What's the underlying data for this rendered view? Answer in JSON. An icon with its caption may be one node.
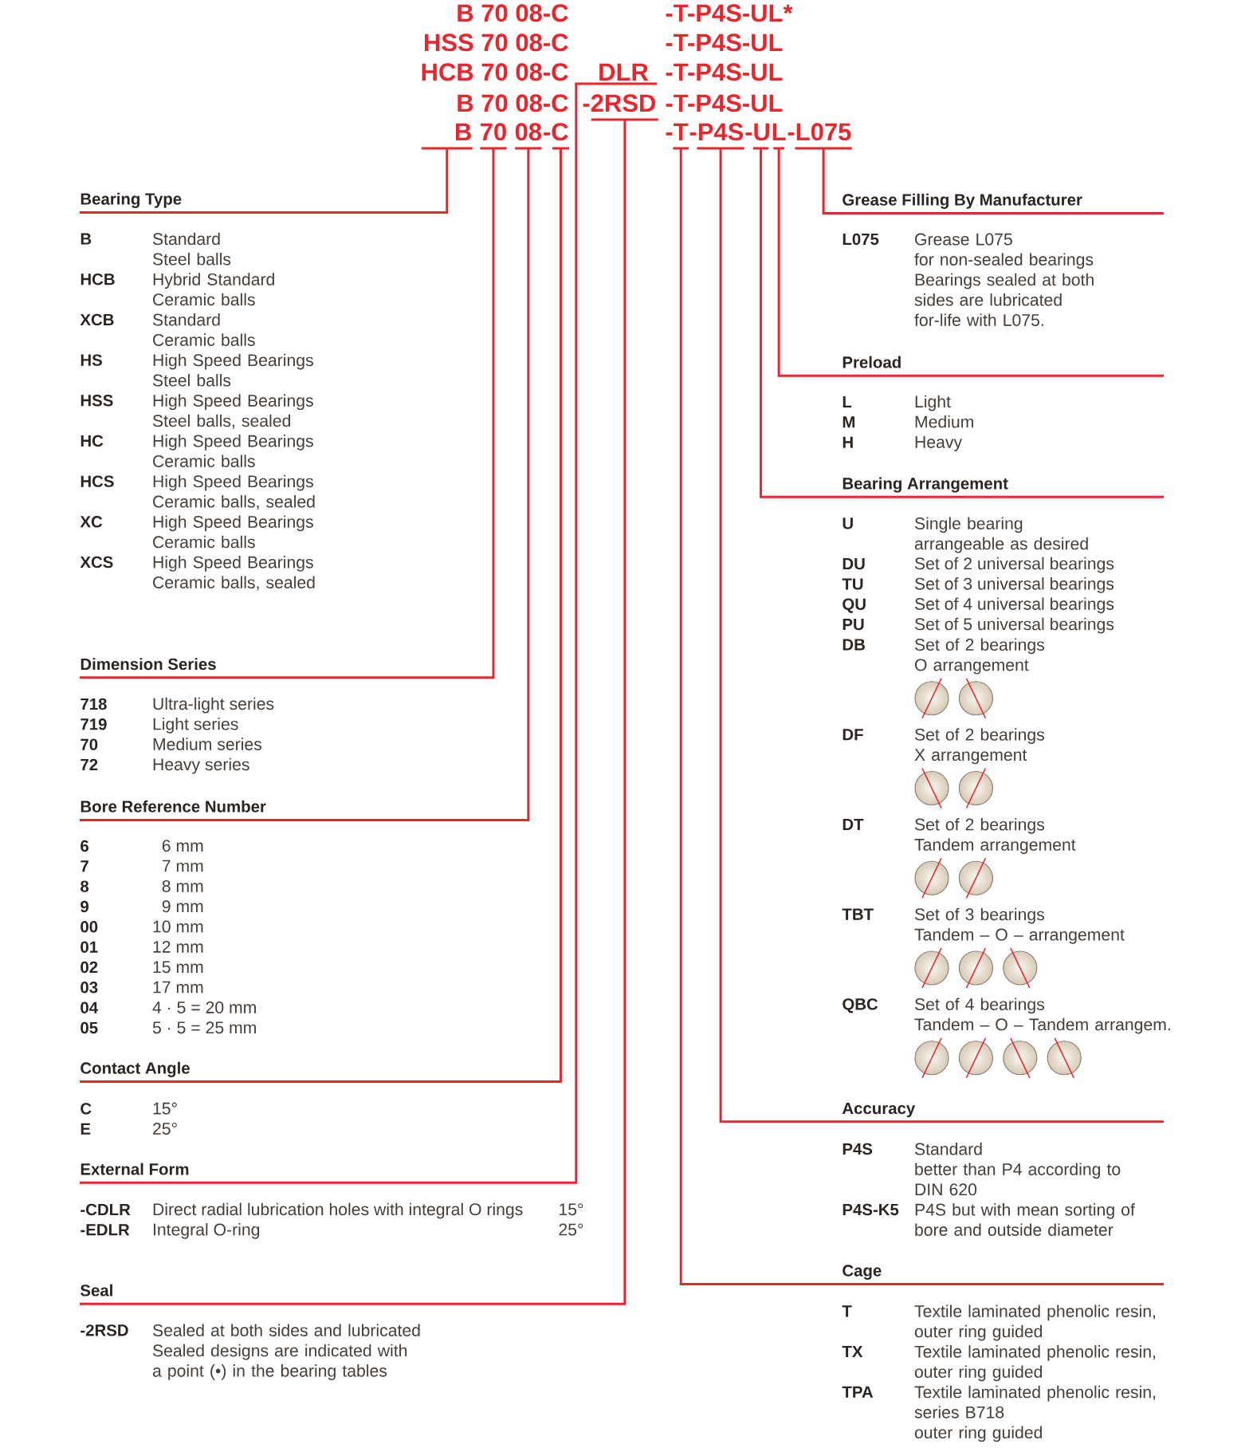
{
  "diagram": {
    "nodes": [
      {
        "text": [
          "DLR"
        ]
      },
      {
        "text": [
          "-2RSD"
        ]
      },
      {
        "text": [
          "B"
        ]
      },
      {
        "text": [
          "70"
        ]
      },
      {
        "text": [
          "08"
        ]
      },
      {
        "text": [
          "-C"
        ]
      },
      {
        "text": [
          "-T"
        ]
      },
      {
        "text": [
          "-P4S"
        ]
      },
      {
        "text": [
          "-U"
        ]
      },
      {
        "text": [
          "L"
        ]
      },
      {
        "text": [
          "-L075"
        ]
      },
      {
        "text": [
          "Bearing Type"
        ],
        "beside": [
          "B",
          "Standard Steel balls",
          "HCB",
          "Hybrid Standard Ceramic balls",
          "XCB",
          "Standard Ceramic balls",
          "HS",
          "High Speed Bearings Steel balls",
          "HSS",
          "High Speed Bearings Steel balls, sealed",
          "HC",
          "High Speed Bearings Ceramic balls",
          "HCS",
          "High Speed Bearings Ceramic balls, sealed",
          "XC",
          "High Speed Bearings Ceramic balls",
          "XCS",
          "High Speed Bearings Ceramic balls, sealed"
        ]
      },
      {
        "text": [
          "Grease Filling By Manufacturer"
        ],
        "beside": [
          "L075",
          "Grease L075 for non-sealed bearings Bearings sealed at both sides are lubricated for-life with L075."
        ]
      },
      {
        "text": [
          "Preload"
        ],
        "beside": [
          "L",
          "Light",
          "M",
          "Medium",
          "H",
          "Heavy"
        ]
      },
      {
        "text": [
          "Bearing Arrangement"
        ],
        "beside": [
          "U",
          "Single bearing arrangeable as desired",
          "DU",
          "Set of 2 universal bearings",
          "TU",
          "Set of 3 universal bearings",
          "QU",
          "Set of 4 universal bearings",
          "PU",
          "Set of 5 universal bearings",
          "DB",
          "Set of 2 bearings O arrangement",
          "DF",
          "Set of 2 bearings X arrangement",
          "DT",
          "Set of 2 bearings Tandem arrangement",
          "TBT",
          "Set of 3 bearings Tandem – O – arrangement",
          "QBC",
          "Set of 4 bearings Tandem – O – Tandem arrangem."
        ]
      },
      {
        "text": [
          "Dimension Series"
        ],
        "beside": [
          "718",
          "Ultra-light series",
          "719",
          "Light series",
          "70",
          "Medium series",
          "72",
          "Heavy series"
        ]
      },
      {
        "text": [
          "Bore Reference Number"
        ],
        "beside": [
          "6",
          "6 mm",
          "7",
          "7 mm",
          "8",
          "8 mm",
          "9",
          "9 mm",
          "00",
          "10 mm",
          "01",
          "12 mm",
          "02",
          "15 mm",
          "03",
          "17 mm",
          "04",
          "4 · 5 = 20 mm",
          "05",
          "5 · 5 = 25 mm"
        ]
      },
      {
        "text": [
          "Contact Angle"
        ],
        "beside": [
          "C",
          "15°",
          "E",
          "25°"
        ]
      },
      {
        "text": [
          "Accuracy"
        ],
        "beside": [
          "P4S",
          "Standard better than P4 according to DIN 620",
          "P4S-K5",
          "P4S but with mean sorting of bore and outside diameter"
        ]
      },
      {
        "text": [
          "External Form"
        ],
        "beside": [
          "-CDLR",
          "Direct radial lubrication holes with integral O rings",
          "15°",
          "-EDLR",
          "Integral O-ring",
          "25°"
        ]
      },
      {
        "text": [
          "Cage"
        ],
        "beside": [
          "T",
          "Textile laminated phenolic resin, outer ring guided",
          "TX",
          "Textile laminated phenolic resin, outer ring guided",
          "TPA",
          "Textile laminated phenolic resin, series B718 outer ring guided"
        ]
      },
      {
        "text": [
          "Seal"
        ],
        "beside": [
          "-2RSD",
          "Sealed at both sides and lubricated Sealed designs are indicated with a point (•) in the bearing tables"
        ]
      }
    ],
    "edges": [
      {
        "from": 2,
        "to": 11,
        "arrow": "none"
      },
      {
        "from": 10,
        "to": 12,
        "arrow": "none"
      },
      {
        "from": 9,
        "to": 13,
        "arrow": "none"
      },
      {
        "from": 8,
        "to": 14,
        "arrow": "none"
      },
      {
        "from": 3,
        "to": 15,
        "arrow": "none"
      },
      {
        "from": 4,
        "to": 16,
        "arrow": "none"
      },
      {
        "from": 5,
        "to": 17,
        "arrow": "none"
      },
      {
        "from": 7,
        "to": 18,
        "arrow": "none"
      },
      {
        "from": 0,
        "to": 19,
        "arrow": "none"
      },
      {
        "from": 6,
        "to": 20,
        "arrow": "none"
      },
      {
        "from": 1,
        "to": 21,
        "arrow": "none"
      }
    ],
    "labels": [
      "B 70 08-C",
      "-T-P4S-UL*",
      "HSS 70 08-C",
      "-T-P4S-UL",
      "HCB 70 08-C",
      "-T-P4S-UL",
      "B 70 08-C",
      "-T-P4S-UL"
    ]
  }
}
